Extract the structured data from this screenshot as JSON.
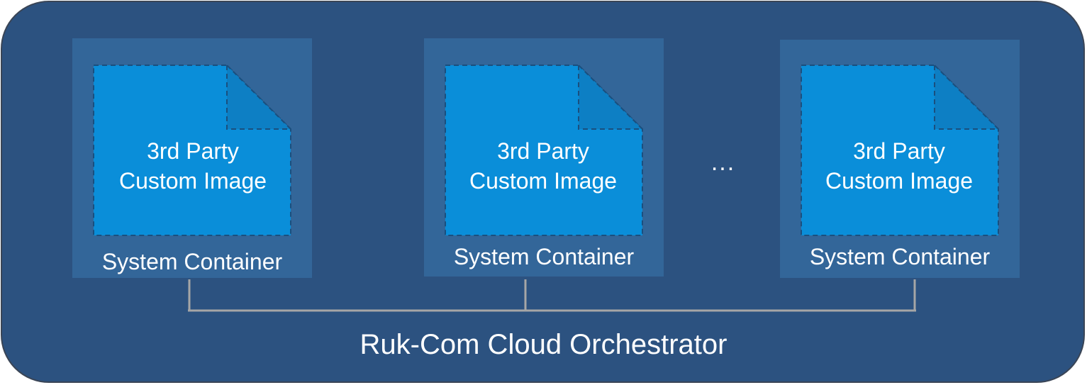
{
  "colors": {
    "panel_bg": "#2c5280",
    "container_bg": "#336699",
    "image_fill": "#0a8ed9",
    "image_dash": "#1a4f7e",
    "fold_fill": "#0d7fc4",
    "connector": "#a6a6a6",
    "text": "#ffffff"
  },
  "containers": [
    {
      "image_line1": "3rd Party",
      "image_line2": "Custom Image",
      "label": "System Container"
    },
    {
      "image_line1": "3rd Party",
      "image_line2": "Custom Image",
      "label": "System Container"
    },
    {
      "image_line1": "3rd Party",
      "image_line2": "Custom Image",
      "label": "System Container"
    }
  ],
  "ellipsis": "...",
  "orchestrator_label": "Ruk-Com Cloud Orchestrator"
}
